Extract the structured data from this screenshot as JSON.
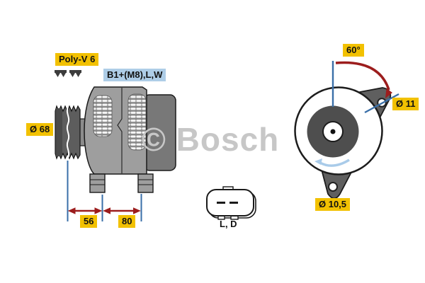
{
  "watermark": "© Bosch",
  "side_view": {
    "belt_type_label": "Poly-V 6",
    "terminal_label": "B1+(M8),L,W",
    "pulley_diameter_label": "Ø 68",
    "dim_pulley_to_foot_label": "56",
    "dim_foot_span_label": "80"
  },
  "front_view": {
    "mount_angle_label": "60°",
    "top_hole_diameter_label": "Ø 11",
    "bottom_hole_diameter_label": "Ø 10,5"
  },
  "connector": {
    "terminals_label": "L, D"
  },
  "colors": {
    "tag_yellow": "#F2C101",
    "tag_blue": "#AECDE7",
    "dimension_line_blue": "#3A6FA8",
    "arrow_red": "#9C1D1D",
    "rotation_arrow_blue": "#A9CBE9",
    "watermark_gray": "#C7C7C7",
    "body_gray": "#9E9E9E",
    "rear_cover_gray": "#787878",
    "bracket_gray": "#5F5F5F"
  }
}
